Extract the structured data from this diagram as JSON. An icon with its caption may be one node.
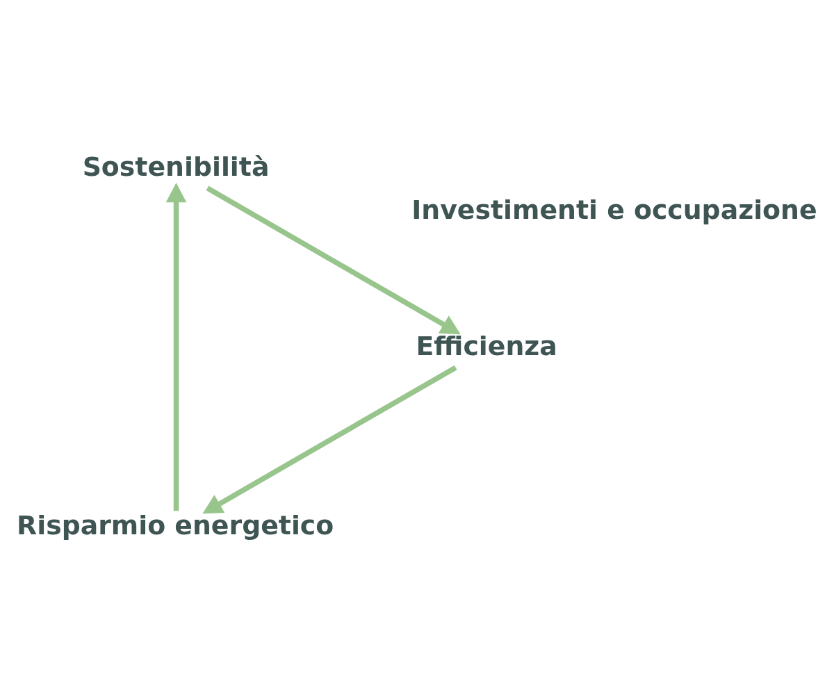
{
  "diagram": {
    "nodes": [
      {
        "text": [
          "Risparmio energetico"
        ]
      },
      {
        "text": [
          "Sostenibilità"
        ]
      },
      {
        "text": [
          "Efficienza"
        ]
      }
    ],
    "edges": [
      {
        "from": 0,
        "to": 1,
        "arrow": "to"
      },
      {
        "from": 1,
        "to": 2,
        "arrow": "to"
      },
      {
        "from": 2,
        "to": 0,
        "arrow": "to"
      }
    ],
    "labels": [
      "Investimenti e occupazione"
    ]
  }
}
